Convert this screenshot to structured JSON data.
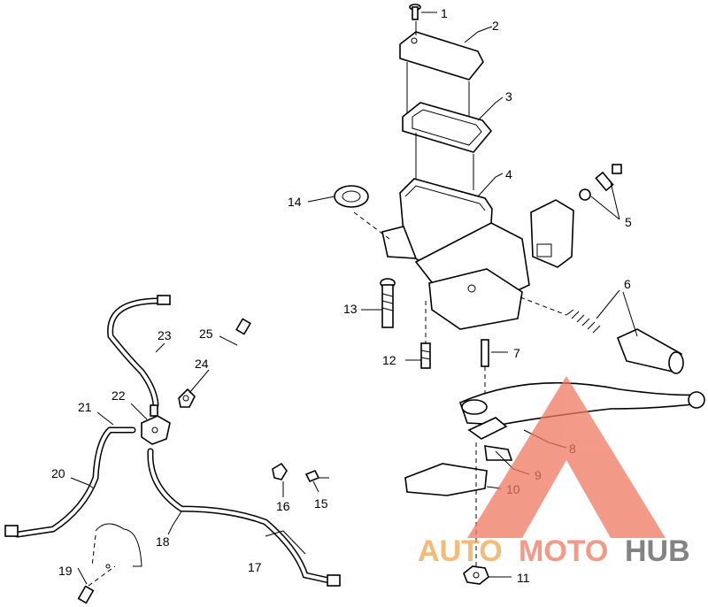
{
  "callouts": {
    "c1": "1",
    "c2": "2",
    "c3": "3",
    "c4": "4",
    "c5": "5",
    "c6": "6",
    "c7": "7",
    "c8": "8",
    "c9": "9",
    "c10": "10",
    "c11": "11",
    "c12": "12",
    "c13": "13",
    "c14": "14",
    "c15": "15",
    "c16": "16",
    "c17": "17",
    "c18": "18",
    "c19": "19",
    "c20": "20",
    "c21": "21",
    "c22": "22",
    "c23": "23",
    "c24": "24",
    "c25": "25"
  },
  "watermark": {
    "part1": "AUTO",
    "part2": "MOTO",
    "part3": "HUB",
    "color_primary": "#f07860",
    "color_secondary": "#f3a24a",
    "color_dark": "#5a5a5a"
  }
}
